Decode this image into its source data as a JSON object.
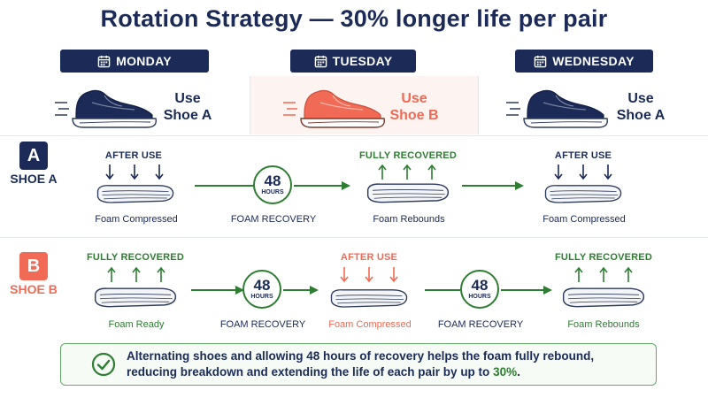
{
  "title": "Rotation Strategy — 30% longer life per pair",
  "colors": {
    "navy": "#1b2a57",
    "green": "#2e7d32",
    "coral": "#f06a55",
    "grey_line": "#e6e8ec"
  },
  "days": [
    {
      "label": "MONDAY",
      "use_line1": "Use",
      "use_line2": "Shoe A",
      "shoe": "navy-shoe-icon"
    },
    {
      "label": "TUESDAY",
      "use_line1": "Use",
      "use_line2": "Shoe B",
      "shoe": "coral-shoe-icon"
    },
    {
      "label": "WEDNESDAY",
      "use_line1": "Use",
      "use_line2": "Shoe A",
      "shoe": "navy-shoe-icon"
    }
  ],
  "shoe_a": {
    "badge": "A",
    "label": "SHOE A",
    "steps": [
      {
        "state": "AFTER USE",
        "caption": "Foam Compressed"
      },
      {
        "state": "FULLY RECOVERED",
        "caption": "Foam Rebounds"
      },
      {
        "state": "AFTER USE",
        "caption": "Foam Compressed"
      }
    ],
    "recovery": {
      "hours": "48",
      "unit": "HOURS",
      "label": "FOAM RECOVERY"
    }
  },
  "shoe_b": {
    "badge": "B",
    "label": "SHOE B",
    "steps": [
      {
        "state": "FULLY RECOVERED",
        "caption": "Foam Ready"
      },
      {
        "state": "AFTER USE",
        "caption": "Foam Compressed"
      },
      {
        "state": "FULLY RECOVERED",
        "caption": "Foam Rebounds"
      }
    ],
    "recovery": [
      {
        "hours": "48",
        "unit": "HOURS",
        "label": "FOAM RECOVERY"
      },
      {
        "hours": "48",
        "unit": "HOURS",
        "label": "FOAM RECOVERY"
      }
    ]
  },
  "summary": {
    "line1": "Alternating shoes and allowing 48 hours of recovery helps the foam fully rebound,",
    "line2_pre": "reducing breakdown and extending the life of each pair by up to ",
    "line2_pct": "30%",
    "line2_post": "."
  }
}
